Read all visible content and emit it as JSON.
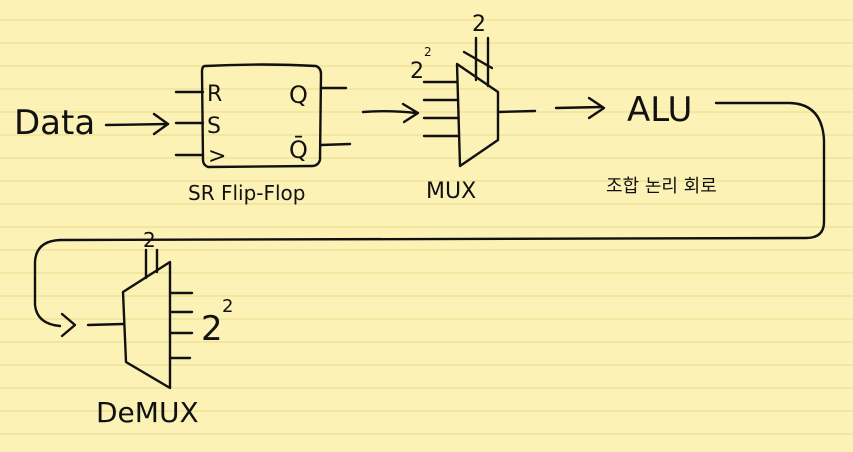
{
  "paper": {
    "background": "#fdf2b5",
    "line_color": "#e8d98a",
    "ink": "#111111"
  },
  "diagram": {
    "input_label": "Data",
    "flipflop": {
      "caption": "SR Flip-Flop",
      "pin_r": "R",
      "pin_s": "S",
      "pin_clk": ">",
      "out_q": "Q",
      "out_qbar": "Q̄"
    },
    "mux": {
      "caption": "MUX",
      "select_count": "2",
      "input_exponent_base": "2",
      "input_exponent": "2"
    },
    "alu": {
      "label": "ALU",
      "note": "조합 논리 회로"
    },
    "demux": {
      "caption": "DeMUX",
      "select_count": "2",
      "output_exponent_base": "2",
      "output_exponent": "2"
    }
  }
}
